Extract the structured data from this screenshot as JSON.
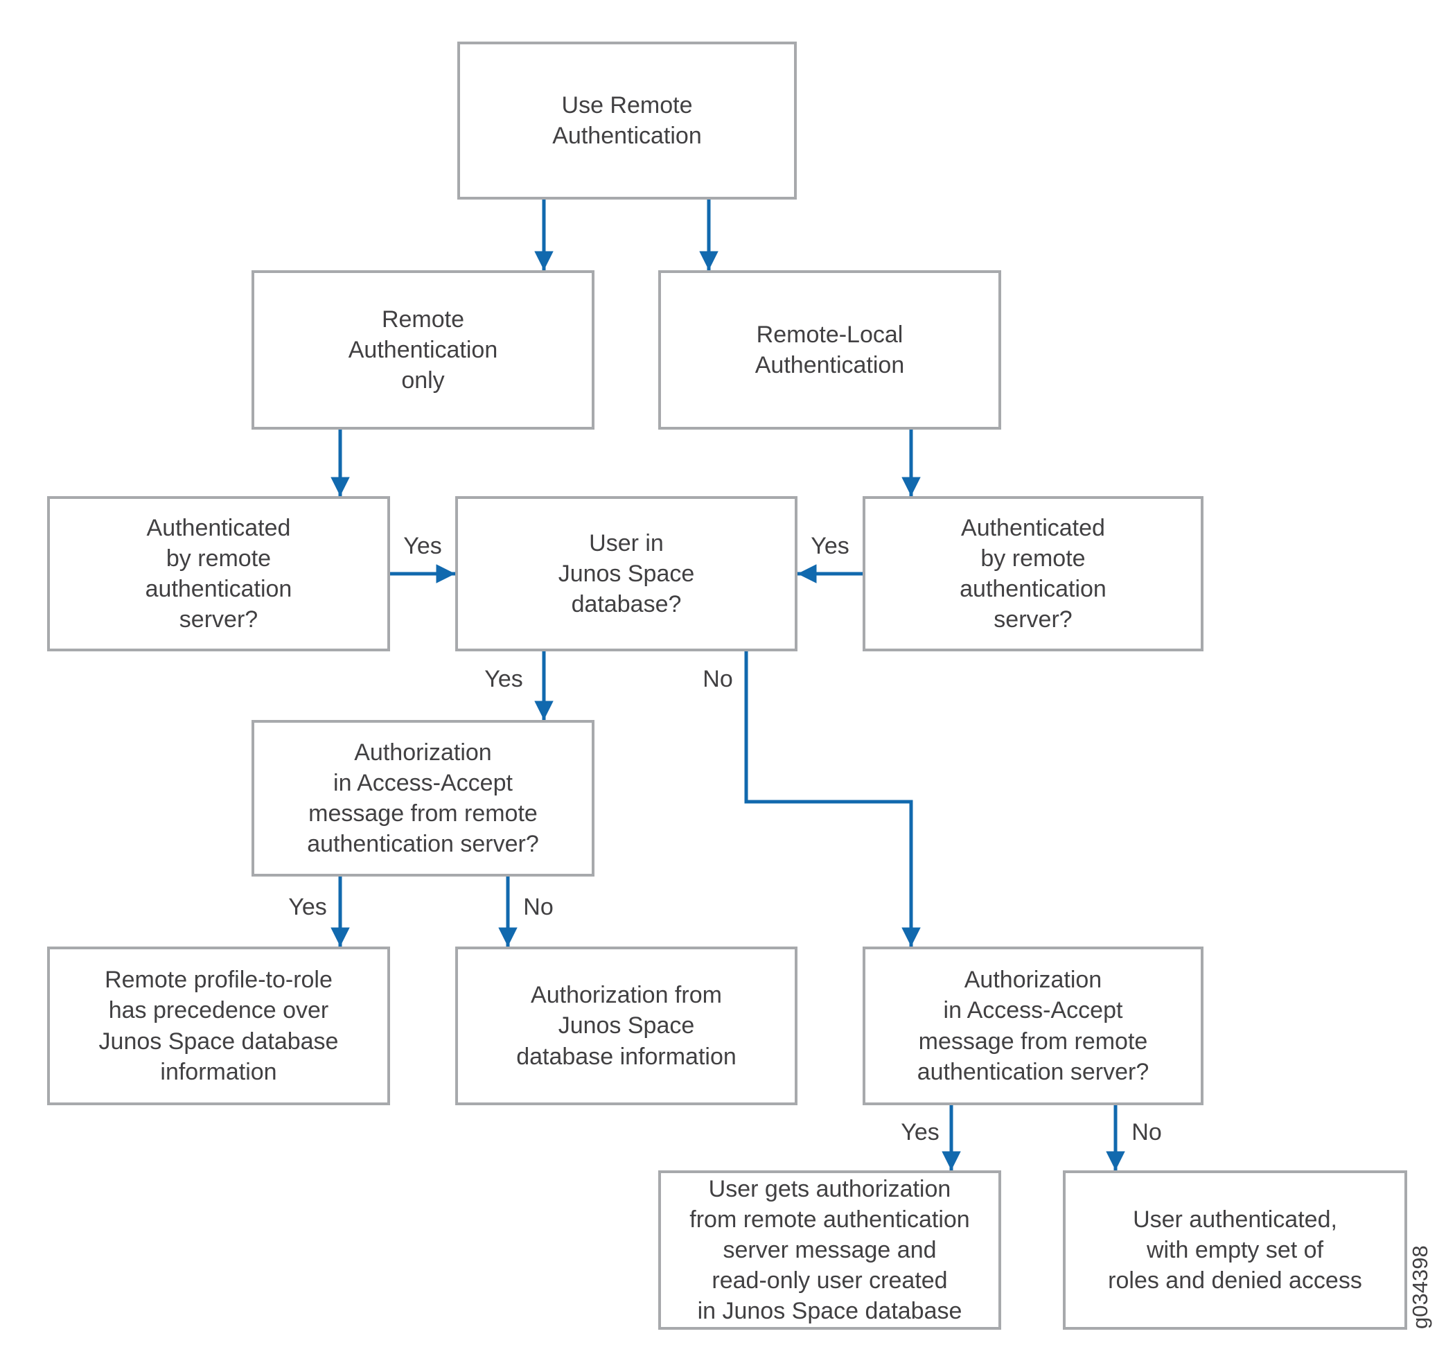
{
  "diagram": {
    "watermark": "g034398",
    "colors": {
      "arrow": "#1169ae",
      "box_border": "#a7a9ac",
      "text": "#414042",
      "background": "#ffffff"
    },
    "nodes": {
      "use_remote_authentication": {
        "label": "Use Remote\nAuthentication"
      },
      "remote_authentication_only": {
        "label": "Remote\nAuthentication\nonly"
      },
      "remote_local_authentication": {
        "label": "Remote-Local\nAuthentication"
      },
      "authenticated_by_remote_left": {
        "label": "Authenticated\nby remote\nauthentication\nserver?"
      },
      "user_in_junos_space_db": {
        "label": "User in\nJunos Space\ndatabase?"
      },
      "authenticated_by_remote_right": {
        "label": "Authenticated\nby remote\nauthentication\nserver?"
      },
      "authorization_access_accept_left": {
        "label": "Authorization\nin Access-Accept\nmessage from remote\nauthentication server?"
      },
      "remote_profile_precedence": {
        "label": "Remote profile-to-role\nhas precedence over\nJunos Space database\ninformation"
      },
      "authorization_from_junos_db": {
        "label": "Authorization from\nJunos Space\ndatabase information"
      },
      "authorization_access_accept_right": {
        "label": "Authorization\nin Access-Accept\nmessage from remote\nauthentication server?"
      },
      "user_gets_authorization_readonly": {
        "label": "User gets authorization\nfrom remote authentication\nserver message and\nread-only user created\nin Junos Space database"
      },
      "user_authenticated_empty_roles": {
        "label": "User authenticated,\nwith empty set of\nroles and denied access"
      }
    },
    "edge_labels": {
      "authenticated_left_yes": "Yes",
      "authenticated_right_yes": "Yes",
      "user_db_yes": "Yes",
      "user_db_no": "No",
      "authorization_left_yes": "Yes",
      "authorization_left_no": "No",
      "authorization_right_yes": "Yes",
      "authorization_right_no": "No"
    }
  }
}
